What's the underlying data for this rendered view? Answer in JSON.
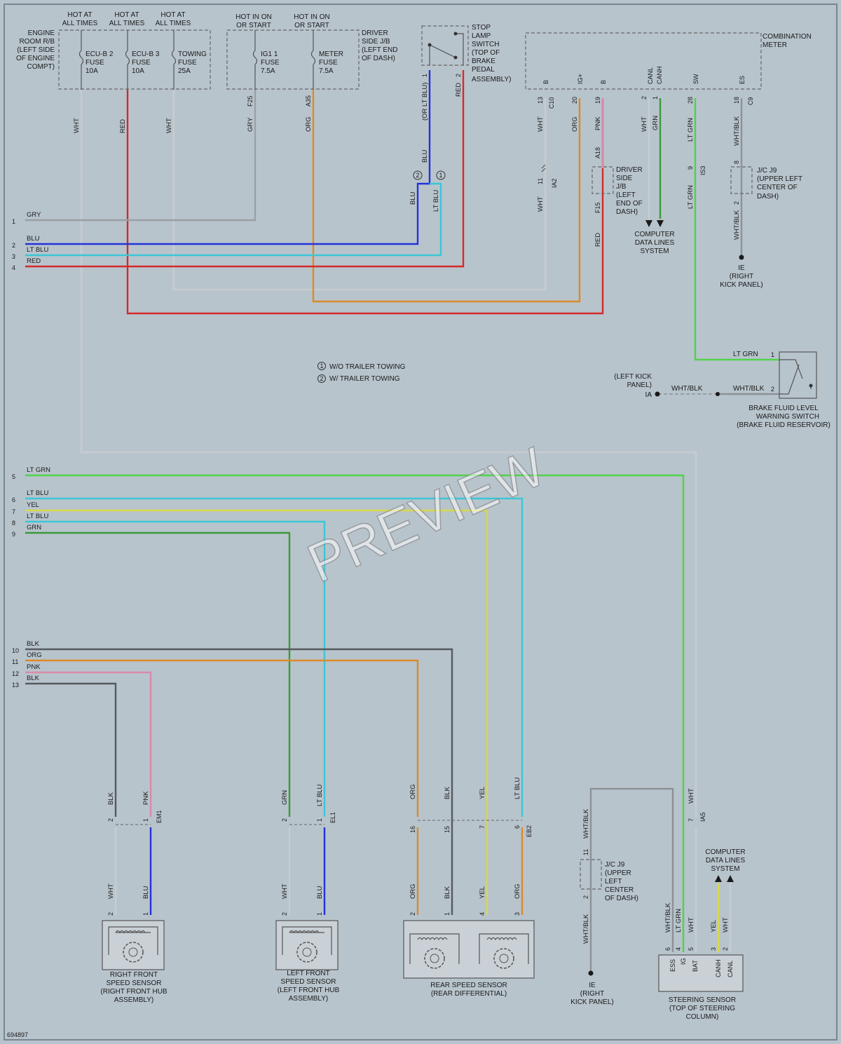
{
  "colors": {
    "wht": "#c8ccd0",
    "red": "#d42a2a",
    "blu": "#2432d8",
    "ltblu": "#3cc6d6",
    "org": "#dc8a2a",
    "gry": "#9aa0a4",
    "pnk": "#d98aa8",
    "grn": "#3a9a3a",
    "ltgrn": "#52d24a",
    "yel": "#d8d84a",
    "blk": "#555a5e",
    "whtblk": "#8c9296"
  },
  "legend": {
    "one": "W/O TRAILER TOWING",
    "two": "W/ TRAILER TOWING"
  },
  "watermark": "PREVIEW",
  "image_code": "694897",
  "left_pins": [
    {
      "num": "1",
      "label": "GRY"
    },
    {
      "num": "2",
      "label": "BLU"
    },
    {
      "num": "3",
      "label": "LT BLU"
    },
    {
      "num": "4",
      "label": "RED"
    },
    {
      "num": "5",
      "label": "LT GRN"
    },
    {
      "num": "6",
      "label": "LT BLU"
    },
    {
      "num": "7",
      "label": "YEL"
    },
    {
      "num": "8",
      "label": "LT BLU"
    },
    {
      "num": "9",
      "label": "GRN"
    },
    {
      "num": "10",
      "label": "BLK"
    },
    {
      "num": "11",
      "label": "ORG"
    },
    {
      "num": "12",
      "label": "PNK"
    },
    {
      "num": "13",
      "label": "BLK"
    }
  ],
  "hot": {
    "all_times": [
      "HOT AT",
      "ALL TIMES"
    ],
    "on_start": [
      "HOT IN ON",
      "OR START"
    ]
  },
  "engine_room": {
    "label": [
      "ENGINE",
      "ROOM R/B",
      "(LEFT SIDE",
      "OF ENGINE",
      "COMPT)"
    ],
    "fuses": [
      {
        "lines": [
          "ECU-B 2",
          "FUSE",
          "10A"
        ]
      },
      {
        "lines": [
          "ECU-B 3",
          "FUSE",
          "10A"
        ]
      },
      {
        "lines": [
          "TOWING",
          "FUSE",
          "25A"
        ]
      }
    ]
  },
  "driver_jb": {
    "label": [
      "DRIVER",
      "SIDE J/B",
      "(LEFT END",
      "OF DASH)"
    ],
    "fuses": [
      {
        "lines": [
          "IG1 1",
          "FUSE",
          "7.5A"
        ]
      },
      {
        "lines": [
          "METER",
          "FUSE",
          "7.5A"
        ]
      }
    ],
    "pins": [
      "F25",
      "A35"
    ]
  },
  "stop_lamp": {
    "label": [
      "STOP",
      "LAMP",
      "SWITCH",
      "(TOP OF",
      "BRAKE",
      "PEDAL",
      "ASSEMBLY)"
    ],
    "pin1": "1",
    "pin2": "2",
    "alt": "(OR LT BLU)",
    "opt2": "2",
    "opt1": "1"
  },
  "combo_meter": {
    "label": [
      "COMBINATION",
      "METER"
    ],
    "terms": [
      "B",
      "IG+",
      "B",
      "CANL",
      "CANH",
      "SW",
      "ES"
    ],
    "pins": [
      "13",
      "20",
      "19",
      "2",
      "1",
      "28",
      "18"
    ],
    "conn": [
      "C10",
      "C9"
    ]
  },
  "mid": {
    "ia2": "IA2",
    "ia2_11a": "11",
    "ia2_11b": "11",
    "a18": "A18",
    "f15": "F15",
    "djb_label": [
      "DRIVER",
      "SIDE",
      "J/B",
      "(LEFT",
      "END OF",
      "DASH)"
    ],
    "cdl_label": [
      "COMPUTER",
      "DATA LINES",
      "SYSTEM"
    ],
    "is3": "IS3",
    "is3_9": "9",
    "jc9_label": [
      "J/C J9",
      "(UPPER LEFT",
      "CENTER OF",
      "DASH)"
    ],
    "jc9_8": "8",
    "jc9_2": "2",
    "ie": [
      "IE",
      "(RIGHT",
      "KICK PANEL)"
    ]
  },
  "brake_fluid": {
    "label": [
      "BRAKE FLUID LEVEL",
      "WARNING SWITCH",
      "(BRAKE FLUID RESERVOIR)"
    ],
    "pin1": "1",
    "pin2": "2",
    "kick": [
      "(LEFT KICK",
      "PANEL)"
    ],
    "ia": "IA"
  },
  "wire_labels": {
    "wht": "WHT",
    "red": "RED",
    "gry": "GRY",
    "org": "ORG",
    "blu": "BLU",
    "ltblu": "LT BLU",
    "pnk": "PNK",
    "grn": "GRN",
    "ltgrn": "LT GRN",
    "whtblk": "WHT/BLK",
    "blk": "BLK",
    "yel": "YEL"
  },
  "sensors": {
    "rf": [
      "RIGHT FRONT",
      "SPEED SENSOR",
      "(RIGHT FRONT HUB",
      "ASSEMBLY)"
    ],
    "lf": [
      "LEFT FRONT",
      "SPEED SENSOR",
      "(LEFT FRONT HUB",
      "ASSEMBLY)"
    ],
    "rear": [
      "REAR SPEED SENSOR",
      "(REAR DIFFERENTIAL)"
    ],
    "em1": "EM1",
    "el1": "EL1",
    "eb2": "EB2",
    "p1": "1",
    "p2": "2",
    "p3": "3",
    "p4": "4",
    "eb2_pins": [
      "16",
      "15",
      "7",
      "6"
    ]
  },
  "bottom_right": {
    "jc9_label": [
      "J/C J9",
      "(UPPER",
      "LEFT",
      "CENTER",
      "OF DASH)"
    ],
    "jc9_11": "11",
    "jc9_2": "2",
    "ie": [
      "IE",
      "(RIGHT",
      "KICK PANEL)"
    ],
    "ia5": "IA5",
    "ia5_7": "7",
    "cdl_label": [
      "COMPUTER",
      "DATA LINES",
      "SYSTEM"
    ],
    "steer_label": [
      "STEERING SENSOR",
      "(TOP OF STEERING",
      "COLUMN)"
    ],
    "steer_terms": [
      "ESS",
      "IG",
      "BAT",
      "CANH",
      "CANL"
    ],
    "steer_pins": [
      "6",
      "4",
      "5",
      "3",
      "2"
    ]
  }
}
